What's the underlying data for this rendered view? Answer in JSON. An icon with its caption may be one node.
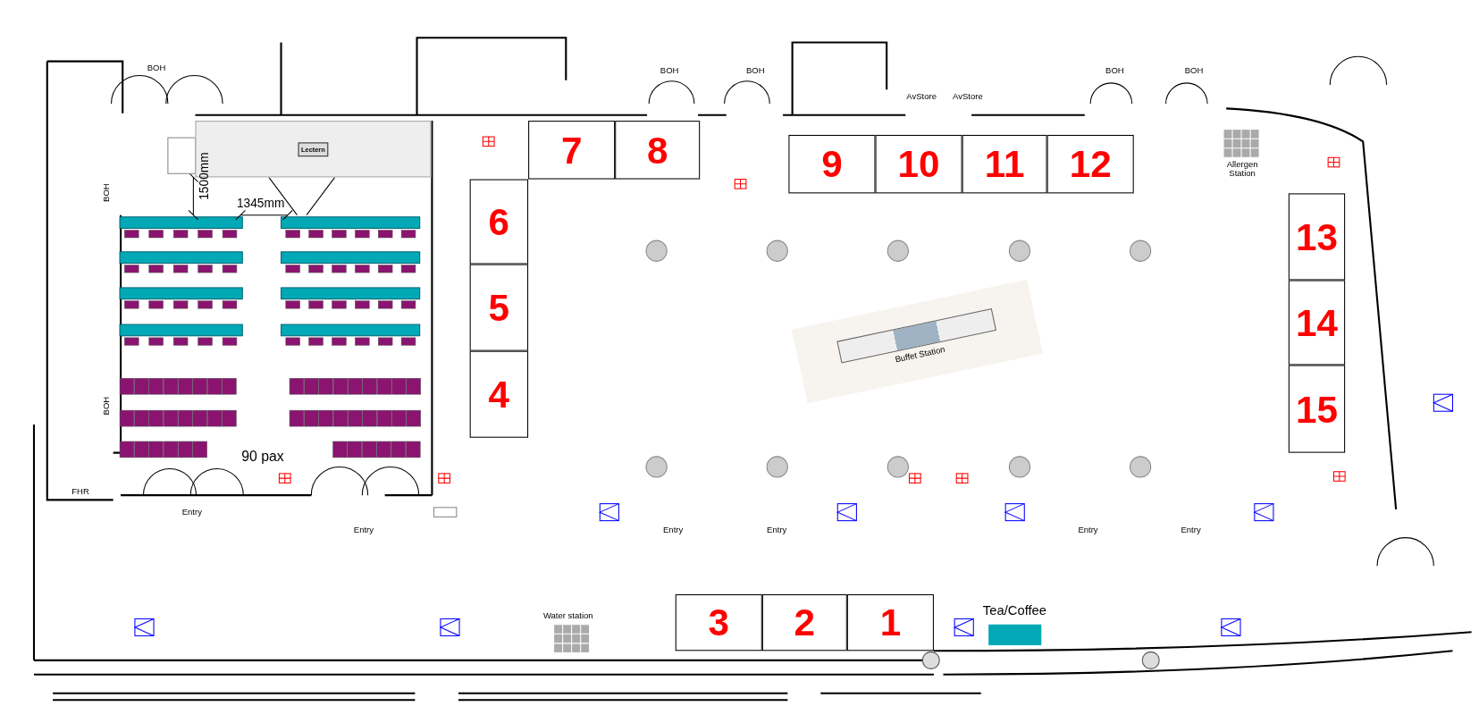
{
  "diagram": {
    "nodes": [
      {
        "text": [
          "Lectern"
        ]
      },
      {
        "text": [
          "7"
        ]
      },
      {
        "text": [
          "8"
        ]
      },
      {
        "text": [
          "9"
        ]
      },
      {
        "text": [
          "10"
        ]
      },
      {
        "text": [
          "11"
        ]
      },
      {
        "text": [
          "12"
        ]
      },
      {
        "text": [
          "6"
        ]
      },
      {
        "text": [
          "13"
        ]
      },
      {
        "text": [
          "5"
        ]
      },
      {
        "text": [
          "14"
        ]
      },
      {
        "text": [
          "Buffet Station"
        ]
      },
      {
        "text": [
          "4"
        ]
      },
      {
        "text": [
          "15"
        ]
      },
      {
        "text": [
          "3"
        ]
      },
      {
        "text": [
          "2"
        ]
      },
      {
        "text": [
          "1"
        ]
      }
    ],
    "labels": [
      "BOH",
      "BOH",
      "BOH",
      "AvStore",
      "AvStore",
      "BOH",
      "BOH",
      "Allergen Station",
      "1500mm",
      "BOH",
      "1345mm",
      "BOH",
      "90 pax",
      "FHR",
      "Entry",
      "Entry",
      "Entry",
      "Entry",
      "Entry",
      "Entry",
      "Tea/Coffee",
      "Water station"
    ]
  }
}
